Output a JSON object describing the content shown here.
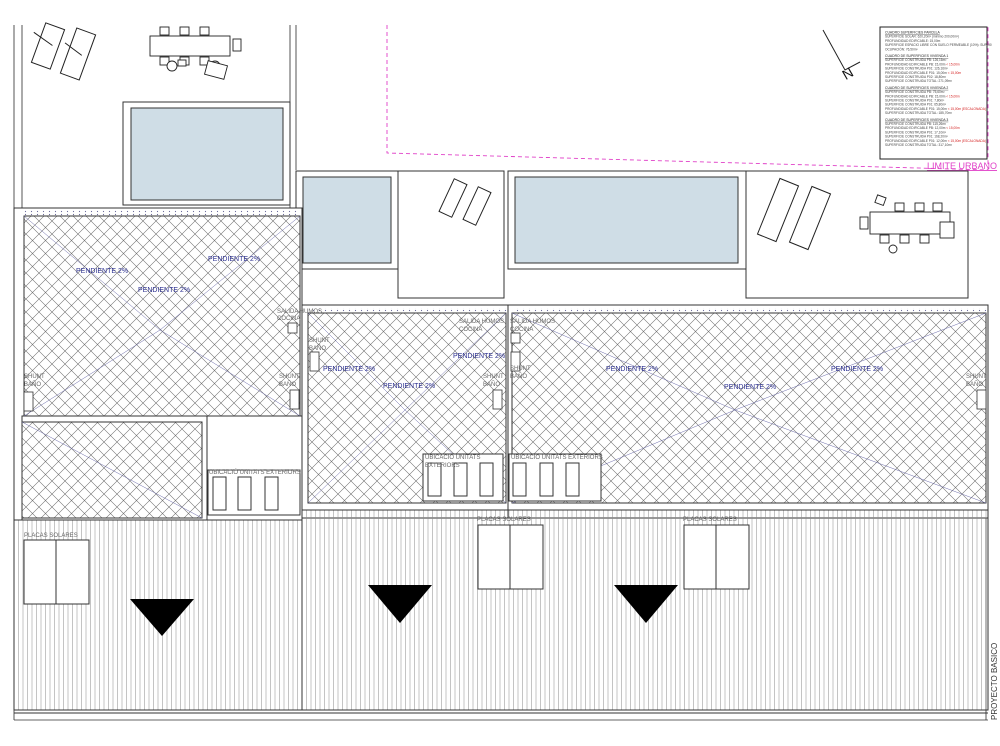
{
  "drawing": {
    "stage_label": "PROYECTO BASICO",
    "limit_label": "LIMITE URBANO",
    "north_label": "N",
    "colors": {
      "line": "#444444",
      "slope_text": "#2b2f8f",
      "limit_line": "#e040c8",
      "pool_water": "#cfdde6",
      "accent_red": "#d42020"
    }
  },
  "slopes": [
    "PENDIENTE 2%",
    "PENDIENTE 2%",
    "PENDIENTE 2%",
    "PENDIENTE 2%",
    "PENDIENTE 2%",
    "PENDIENTE 2%",
    "PENDIENTE 2%",
    "PENDIENTE 2%",
    "PENDIENTE 2%"
  ],
  "vents": {
    "kitchen_l1": "SALIDA HUMOS",
    "kitchen_l2": "COCINA",
    "bath_l1": "SHUNT",
    "bath_l2": "BAÑO"
  },
  "equipment": {
    "outdoor_units": "UBICACIÓ UNITATS EXTERIORS",
    "outdoor_units_a": "UBICACIÓ UNITATS",
    "outdoor_units_b": "EXTERIORS",
    "solar_panels": "PLACAS SOLARES"
  },
  "surface_table": {
    "blocks": [
      {
        "heading": "CUADRO SUPERFICIES PARCELA",
        "lines": [
          {
            "text": "SUPERFICIE SOLAR: 620,20m² (mínimo 200,00m²)"
          },
          {
            "text": "PROFUNDIDAD EDIFICABLE: 15,00m"
          },
          {
            "text": "SUPERFICIE ESPACIO LIBRE CON SUELO PERMEABLE (10%): SUP. 90"
          },
          {
            "text": "OCUPACIÓN: 76,50m²"
          }
        ]
      },
      {
        "heading": "CUADRO DE SUPERFICIES VIVIENDA 1",
        "lines": [
          {
            "text": "SUPERFICIE CONSTRUIDA PB: 126,16m²"
          },
          {
            "text": "PROFUNDIDAD EDIFICABLE PB: 15,00m",
            "red": "< 15,00m"
          },
          {
            "text": "SUPERFICIE CONSTRUIDA P01: 126,16m²"
          },
          {
            "text": "PROFUNDIDAD EDIFICABLE P01: 15,00m",
            "red": "< 15,00m"
          },
          {
            "text": "SUPERFICIE CONSTRUIDA P02: 18,80m²"
          },
          {
            "text": "SUPERFICIE CONSTRUIDA TOTAL: 271,09m²"
          }
        ]
      },
      {
        "heading": "CUADRO DE SUPERFICIES VIVIENDA 2",
        "lines": [
          {
            "text": "SUPERFICIE CONSTRUIDA PB: 75,60m²"
          },
          {
            "text": "PROFUNDIDAD EDIFICABLE PB: 15,00m",
            "red": "< 15,00m"
          },
          {
            "text": "SUPERFICIE CONSTRUIDA P01: 7,80m²"
          },
          {
            "text": "SUPERFICIE CONSTRUIDA P01: 65,80m²"
          },
          {
            "text": "PROFUNDIDAD EDIFICABLE P01: 15,00m",
            "red": "< 15,00m (ESCALONADA)"
          },
          {
            "text": "SUPERFICIE CONSTRUIDA TOTAL: 185,70m²"
          }
        ]
      },
      {
        "heading": "CUADRO DE SUPERFICIES VIVIENDA 3",
        "lines": [
          {
            "text": "SUPERFICIE CONSTRUIDA PB: 115,26m²"
          },
          {
            "text": "PROFUNDIDAD EDIFICABLE PB: 12,00m",
            "red": "< 15,00m"
          },
          {
            "text": "SUPERFICIE CONSTRUIDA P01: 17,10m²"
          },
          {
            "text": "SUPERFICIE CONSTRUIDA P01: 168,20m²"
          },
          {
            "text": "PROFUNDIDAD EDIFICABLE P01: 12,00m",
            "red": "< 15,00m (ESCALONADA)"
          },
          {
            "text": "SUPERFICIE CONSTRUIDA TOTAL: 317,10m²"
          }
        ]
      }
    ]
  }
}
